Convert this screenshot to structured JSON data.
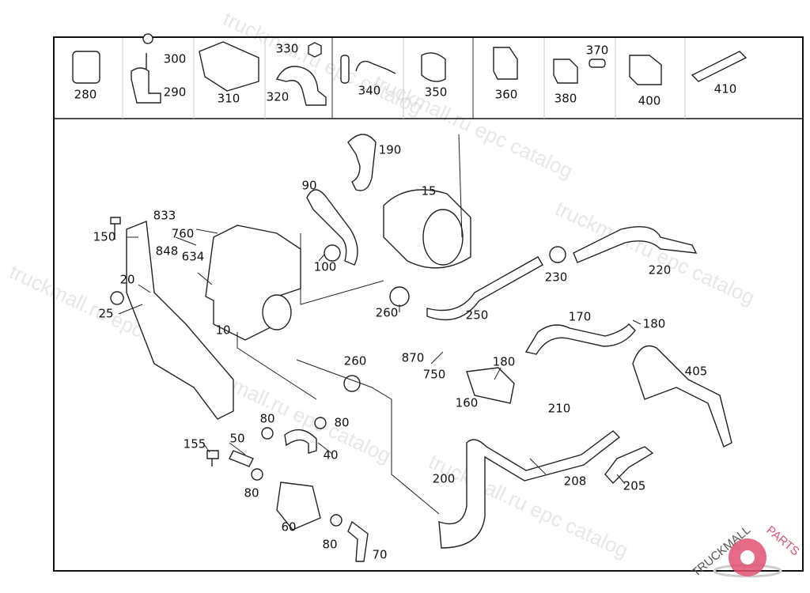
{
  "diagram": {
    "header_parts": [
      "280",
      "300",
      "290",
      "310",
      "330",
      "320",
      "340",
      "350",
      "360",
      "370",
      "380",
      "400",
      "410"
    ],
    "main_parts": [
      "190",
      "15",
      "90",
      "833",
      "760",
      "150",
      "848",
      "634",
      "100",
      "230",
      "220",
      "20",
      "260",
      "250",
      "25",
      "170",
      "180",
      "10",
      "870",
      "750",
      "180",
      "260",
      "405",
      "160",
      "210",
      "80",
      "80",
      "155",
      "50",
      "40",
      "200",
      "208",
      "205",
      "80",
      "60",
      "80",
      "70"
    ]
  },
  "watermark": {
    "text": "truckmall.ru epc catalog"
  },
  "logo": {
    "text_left": "TRUCKMALL",
    "text_right": "PARTS",
    "color_dark": "#555555",
    "color_accent": "#e05070"
  }
}
